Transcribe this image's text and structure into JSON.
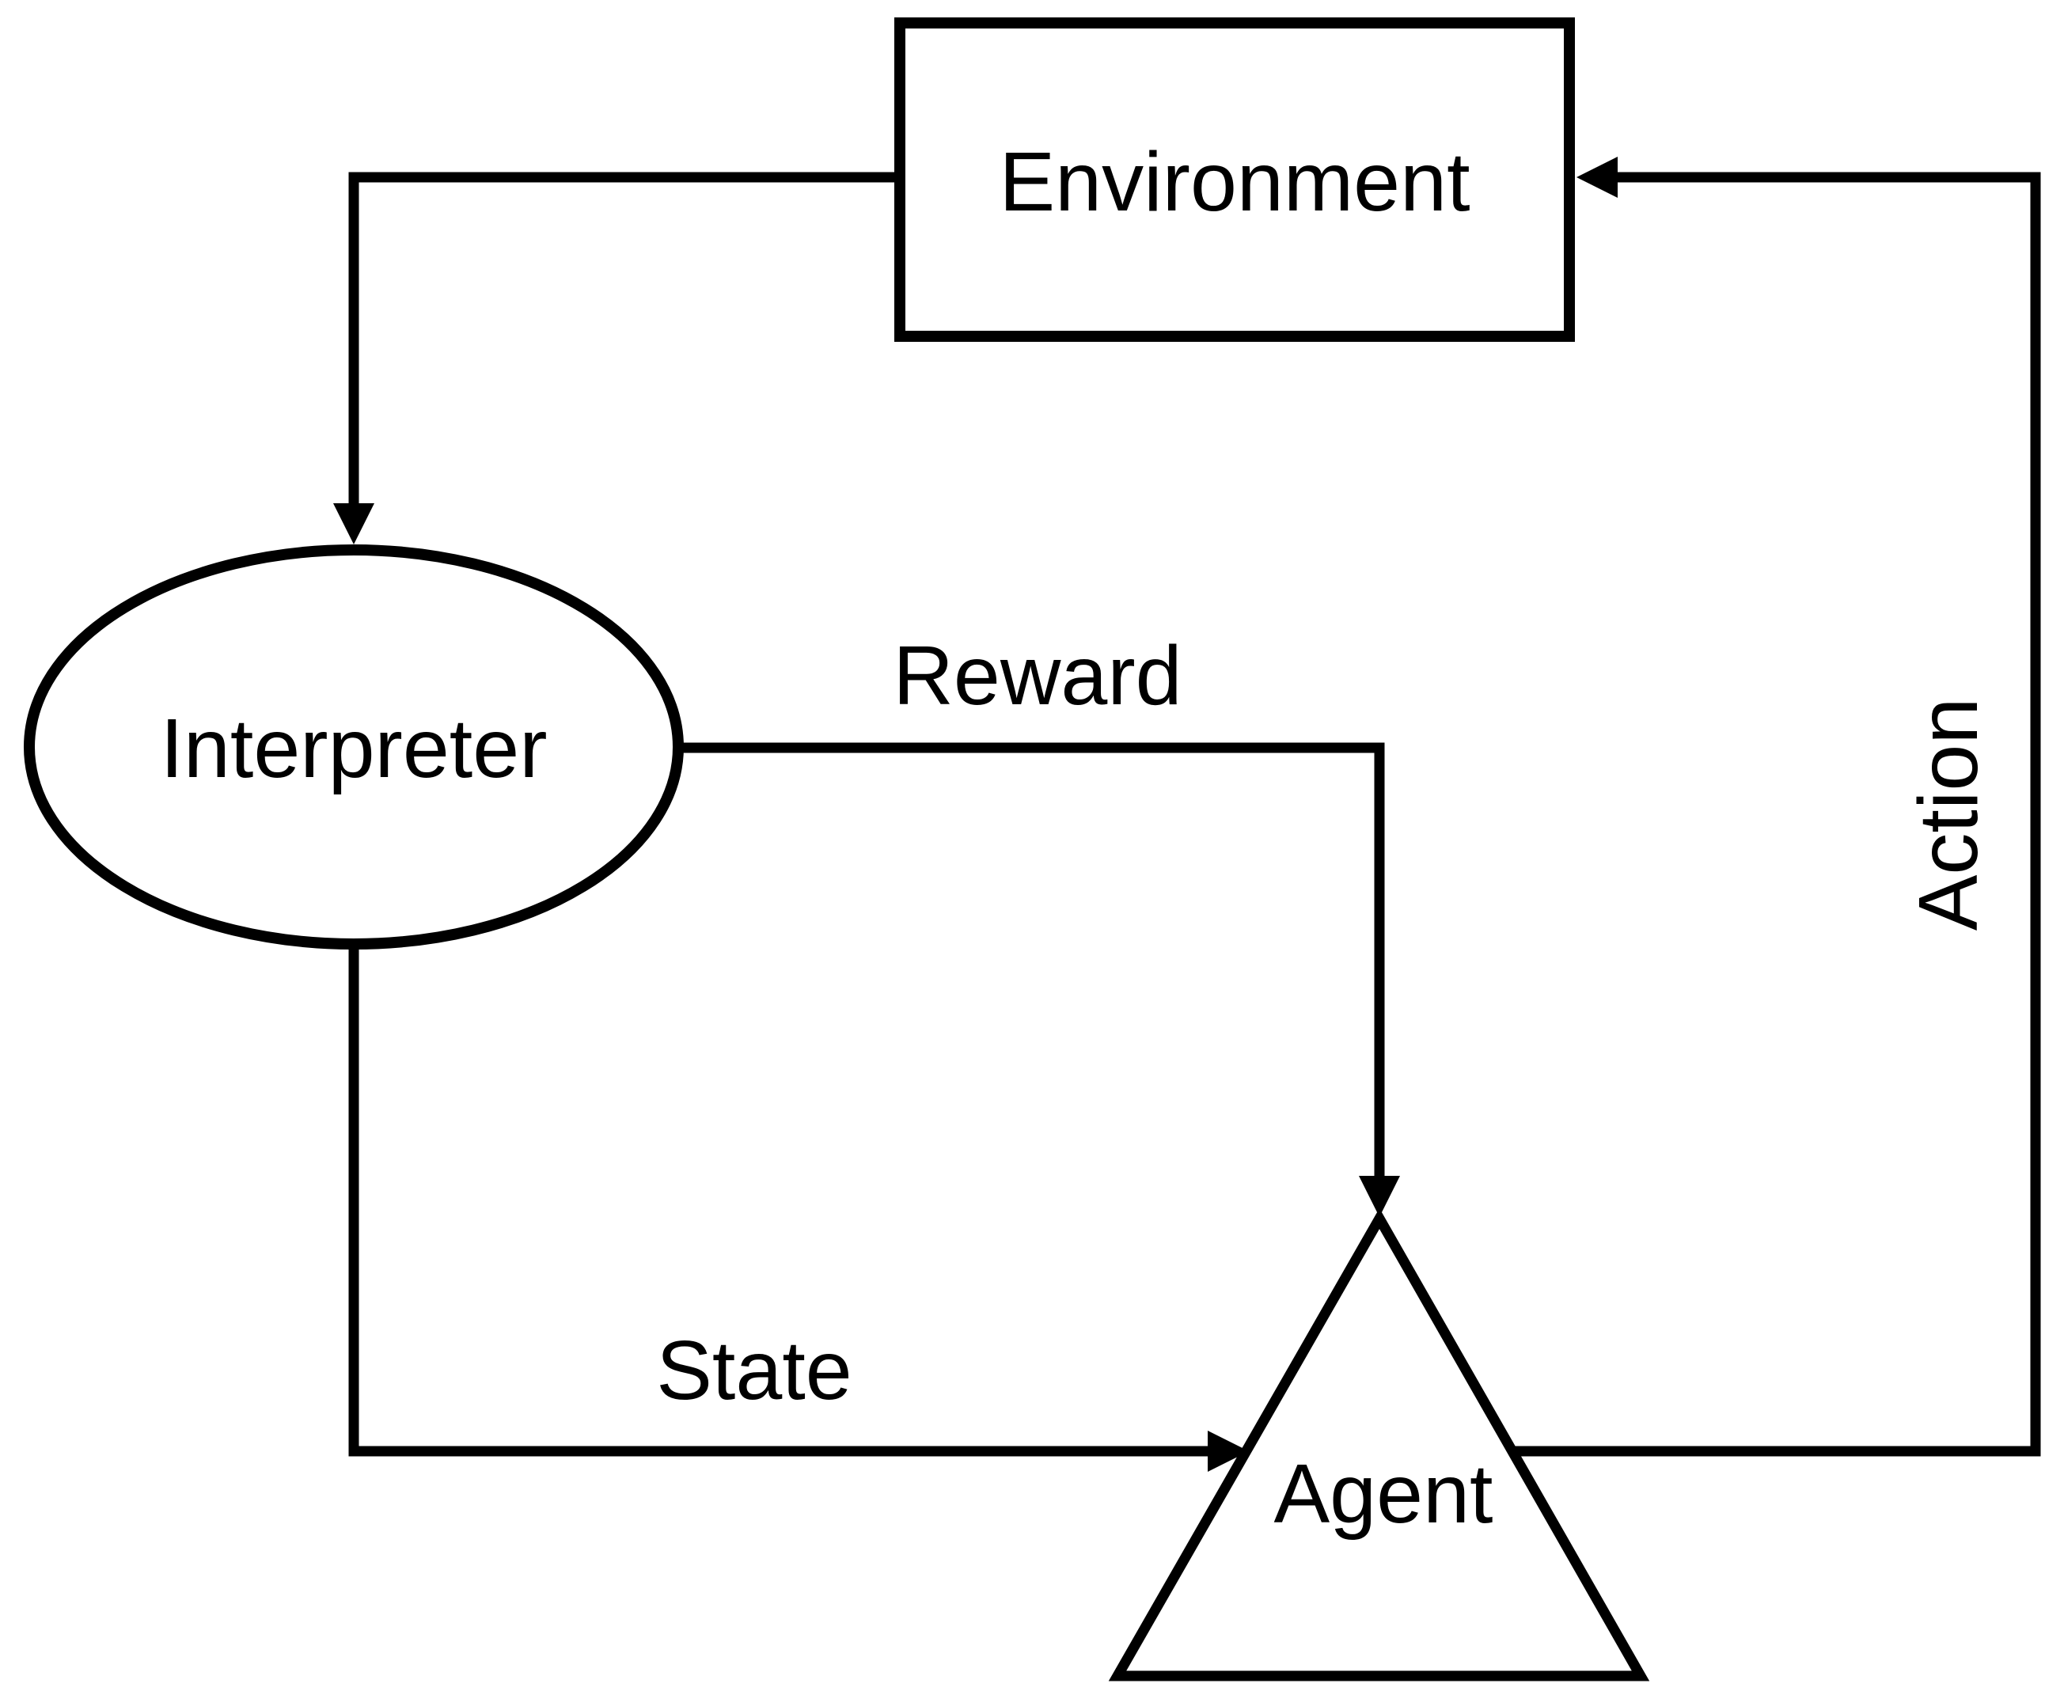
{
  "diagram": {
    "type": "flow-diagram",
    "topic": "reinforcement learning loop",
    "colors": {
      "ink": "#000000",
      "background": "#ffffff"
    },
    "nodes": {
      "environment": {
        "label": "Environment",
        "shape": "rectangle"
      },
      "interpreter": {
        "label": "Interpreter",
        "shape": "ellipse"
      },
      "agent": {
        "label": "Agent",
        "shape": "triangle"
      }
    },
    "edges": {
      "observation": {
        "from": "environment",
        "to": "interpreter"
      },
      "reward": {
        "label": "Reward",
        "from": "interpreter",
        "to": "agent"
      },
      "state": {
        "label": "State",
        "from": "interpreter",
        "to": "agent"
      },
      "action": {
        "label": "Action",
        "from": "agent",
        "to": "environment",
        "label_rotation": "90deg-ccw"
      }
    }
  }
}
